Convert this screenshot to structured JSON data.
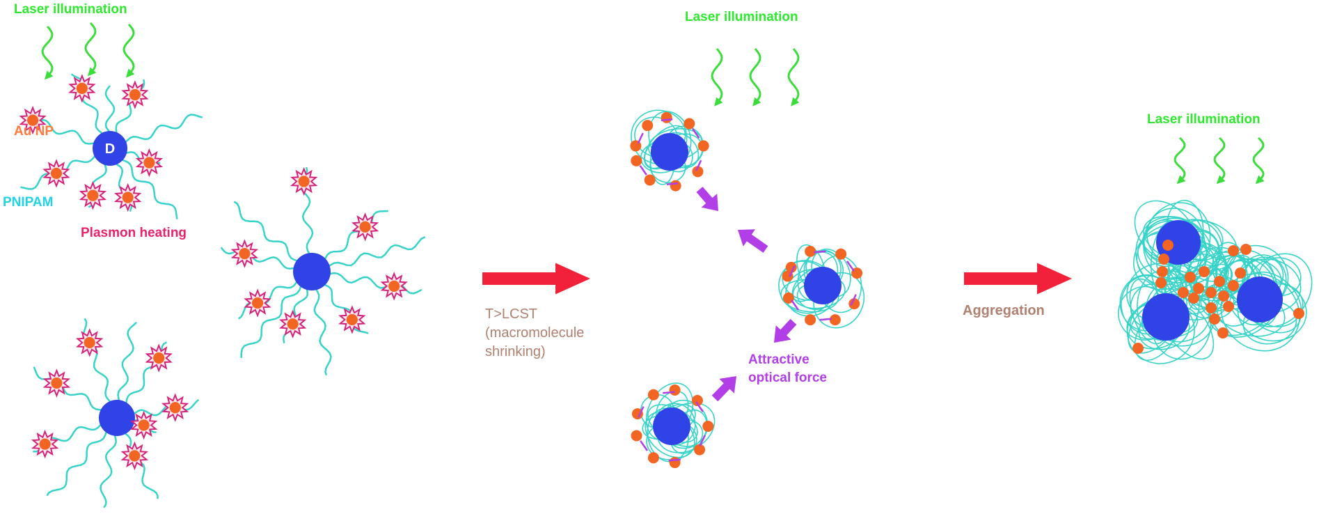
{
  "labels": {
    "laser_1": "Laser illumination",
    "laser_2": "Laser illumination",
    "laser_3": "Laser illumination",
    "au_np": "Au NP",
    "pnipam": "PNIPAM",
    "plasmon_heating": "Plasmon heating",
    "dendrimer_core": "D",
    "step1_line1": "T>LCST",
    "step1_line2": "(macromolecule",
    "step1_line3": "shrinking)",
    "attractive_line1": "Attractive",
    "attractive_line2": "optical force",
    "aggregation": "Aggregation"
  },
  "colors": {
    "laser_text": "#2ee82e",
    "laser_wave": "#3ddc3d",
    "au_np_text": "#ff7a3c",
    "pnipam_text": "#22d3e8",
    "plasmon_text": "#e8236e",
    "step_text": "#b08070",
    "attractive_text": "#b23ee8",
    "core": "#2f43e6",
    "chain": "#37d3c8",
    "np_fill": "#f26522",
    "star_outline": "#d6237a",
    "process_arrow": "#f2213a",
    "force_arrow": "#b23ee8"
  },
  "icons": {
    "laser_wave": "wavy-arrow-icon",
    "au_nanoparticle": "starburst-nanoparticle-icon",
    "process_arrow": "right-arrow-icon",
    "force_arrow": "double-arrow-icon"
  }
}
